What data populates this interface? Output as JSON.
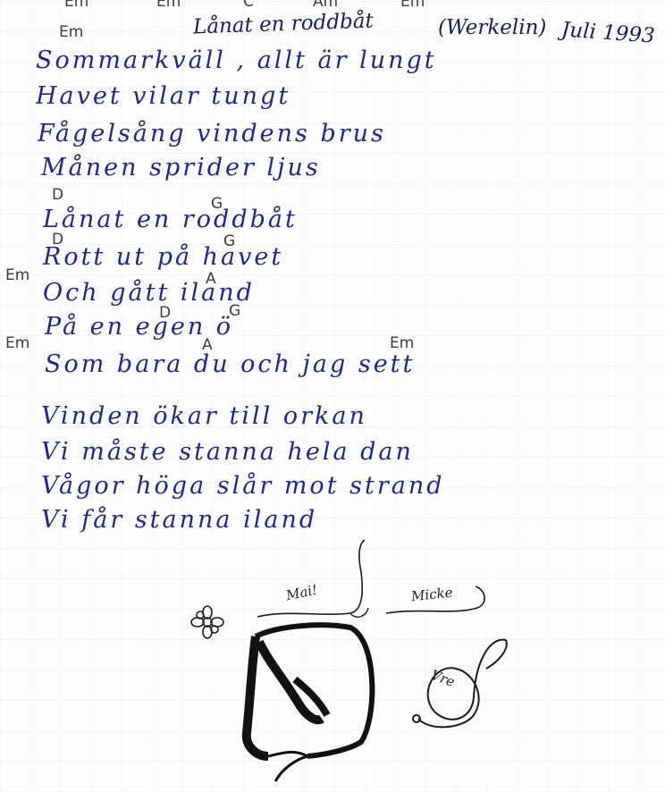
{
  "header": {
    "top_chords": [
      "Em",
      "Em",
      "C",
      "Am",
      "Em"
    ],
    "start_chord": "Em",
    "title": "Lånat en roddbåt",
    "author": "(Werkelin)",
    "date": "Juli 1993"
  },
  "verse1": [
    "Sommarkväll , allt är lungt",
    "Havet vilar tungt",
    "Fågelsång vindens brus",
    "Månen sprider ljus"
  ],
  "chorus": {
    "lines": [
      "Lånat en roddbåt",
      "Rott ut på havet",
      "Och gått iland",
      "På en egen ö",
      "Som bara du och jag sett"
    ],
    "chords": {
      "line1_d": "D",
      "line1_g": "G",
      "line2_d": "D",
      "line2_g": "G",
      "line3_em": "Em",
      "line3_a": "A",
      "line4_d": "D",
      "line4_g": "G",
      "line5_em_left": "Em",
      "line5_a": "A",
      "line5_em_right": "Em"
    }
  },
  "verse2": [
    "Vinden ökar till orkan",
    "Vi måste stanna hela dan",
    "Vågor höga slår mot strand",
    "Vi får stanna iland"
  ],
  "signatures": {
    "left": "Mai!",
    "right": "Micke",
    "clef": "Vre"
  },
  "colors": {
    "ink_blue": "#1f2a86",
    "ink_black": "#1a1a1a",
    "paper": "#fdfdfd"
  }
}
